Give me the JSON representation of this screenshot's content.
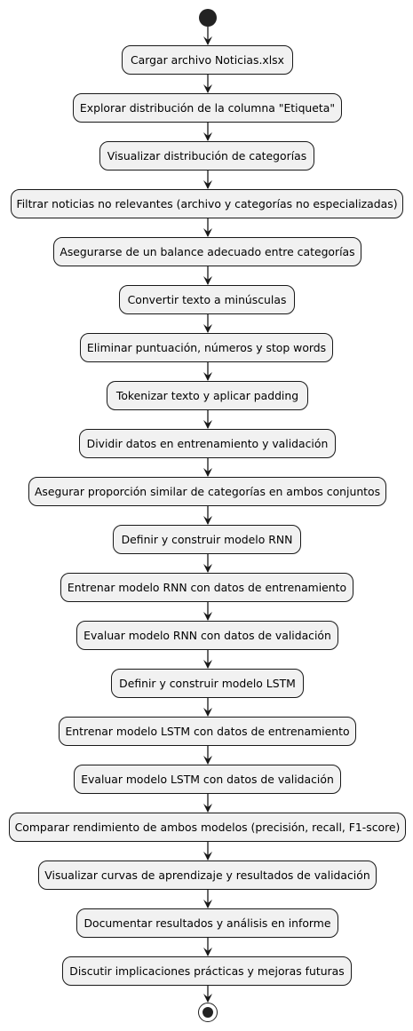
{
  "diagram": {
    "type": "activity",
    "steps": [
      "Cargar archivo Noticias.xlsx",
      "Explorar distribución de la columna \"Etiqueta\"",
      "Visualizar distribución de categorías",
      "Filtrar noticias no relevantes (archivo y categorías no especializadas)",
      "Asegurarse de un balance adecuado entre categorías",
      "Convertir texto a minúsculas",
      "Eliminar puntuación, números y stop words",
      "Tokenizar texto y aplicar padding",
      "Dividir datos en entrenamiento y validación",
      "Asegurar proporción similar de categorías en ambos conjuntos",
      "Definir y construir modelo RNN",
      "Entrenar modelo RNN con datos de entrenamiento",
      "Evaluar modelo RNN con datos de validación",
      "Definir y construir modelo LSTM",
      "Entrenar modelo LSTM con datos de entrenamiento",
      "Evaluar modelo LSTM con datos de validación",
      "Comparar rendimiento de ambos modelos (precisión, recall, F1-score)",
      "Visualizar curvas de aprendizaje y resultados de validación",
      "Documentar resultados y análisis en informe",
      "Discutir implicaciones prácticas y mejoras futuras"
    ],
    "colors": {
      "node_fill": "#f1f1f1",
      "node_border": "#181818",
      "line": "#181818",
      "terminal": "#222222"
    }
  }
}
